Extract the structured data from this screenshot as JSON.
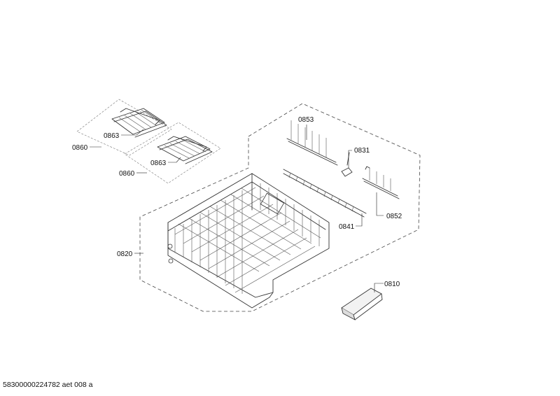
{
  "labels": {
    "p0853": "0853",
    "p0831": "0831",
    "p0852": "0852",
    "p0841": "0841",
    "p0820": "0820",
    "p0810": "0810",
    "p0860a": "0860",
    "p0863a": "0863",
    "p0860b": "0860",
    "p0863b": "0863"
  },
  "footer": "58300000224782 aet 008 a"
}
